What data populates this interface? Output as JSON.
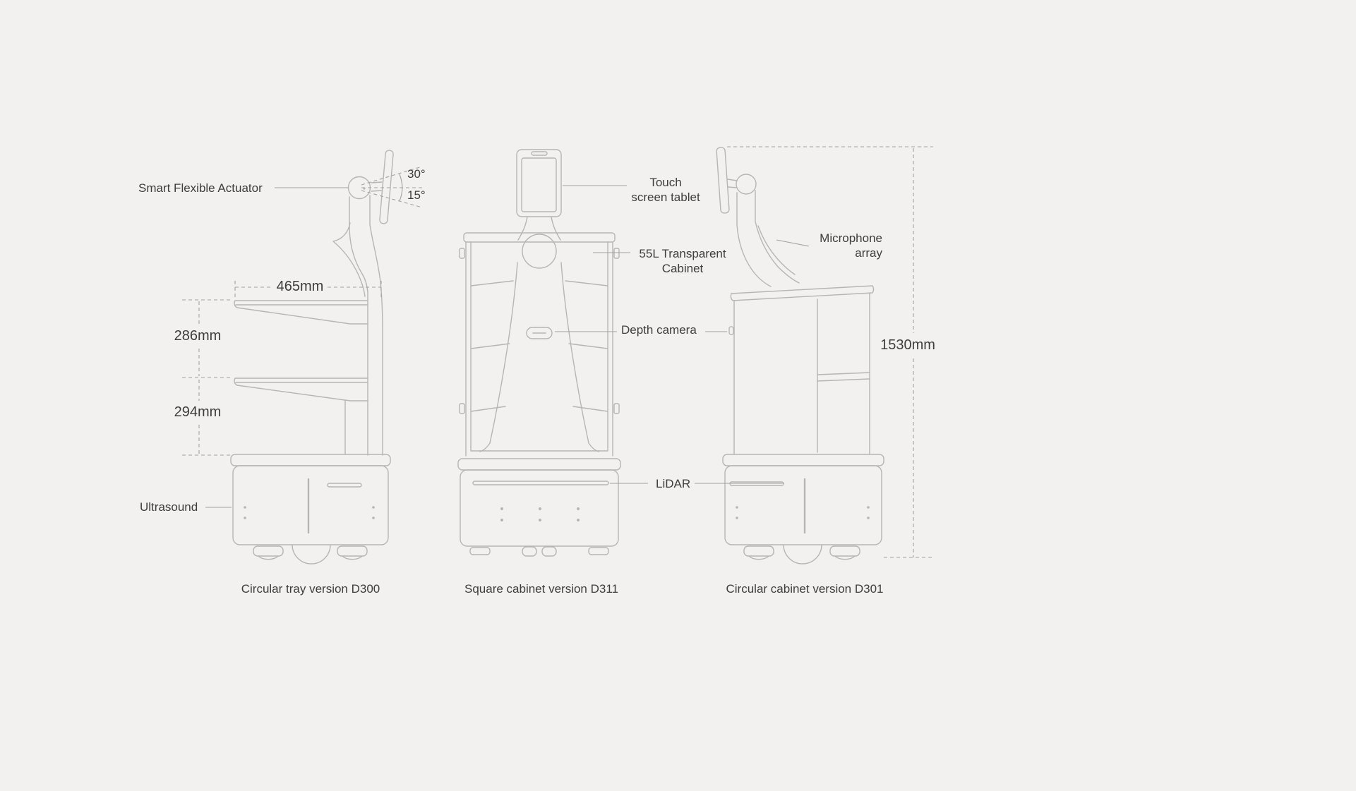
{
  "colors": {
    "background": "#f2f1ef",
    "line": "#b7b5b2",
    "dimension_line": "#a3a19e",
    "text": "#3d3d3d"
  },
  "diagram": {
    "left_robot": {
      "caption": "Circular tray version D300",
      "labels": {
        "actuator": "Smart Flexible Actuator",
        "tilt_up": "30°",
        "tilt_down": "15°",
        "ultrasound": "Ultrasound"
      },
      "dimensions": {
        "tray_width": "465mm",
        "upper_gap": "286mm",
        "lower_gap": "294mm"
      }
    },
    "middle_robot": {
      "caption": "Square cabinet version D311",
      "labels": {
        "tablet_line1": "Touch",
        "tablet_line2": "screen tablet",
        "cabinet_line1": "55L Transparent",
        "cabinet_line2": "Cabinet",
        "depth_camera": "Depth camera",
        "lidar": "LiDAR"
      }
    },
    "right_robot": {
      "caption": "Circular cabinet version D301",
      "labels": {
        "microphone_line1": "Microphone",
        "microphone_line2": "array"
      },
      "dimensions": {
        "height": "1530mm"
      }
    }
  }
}
